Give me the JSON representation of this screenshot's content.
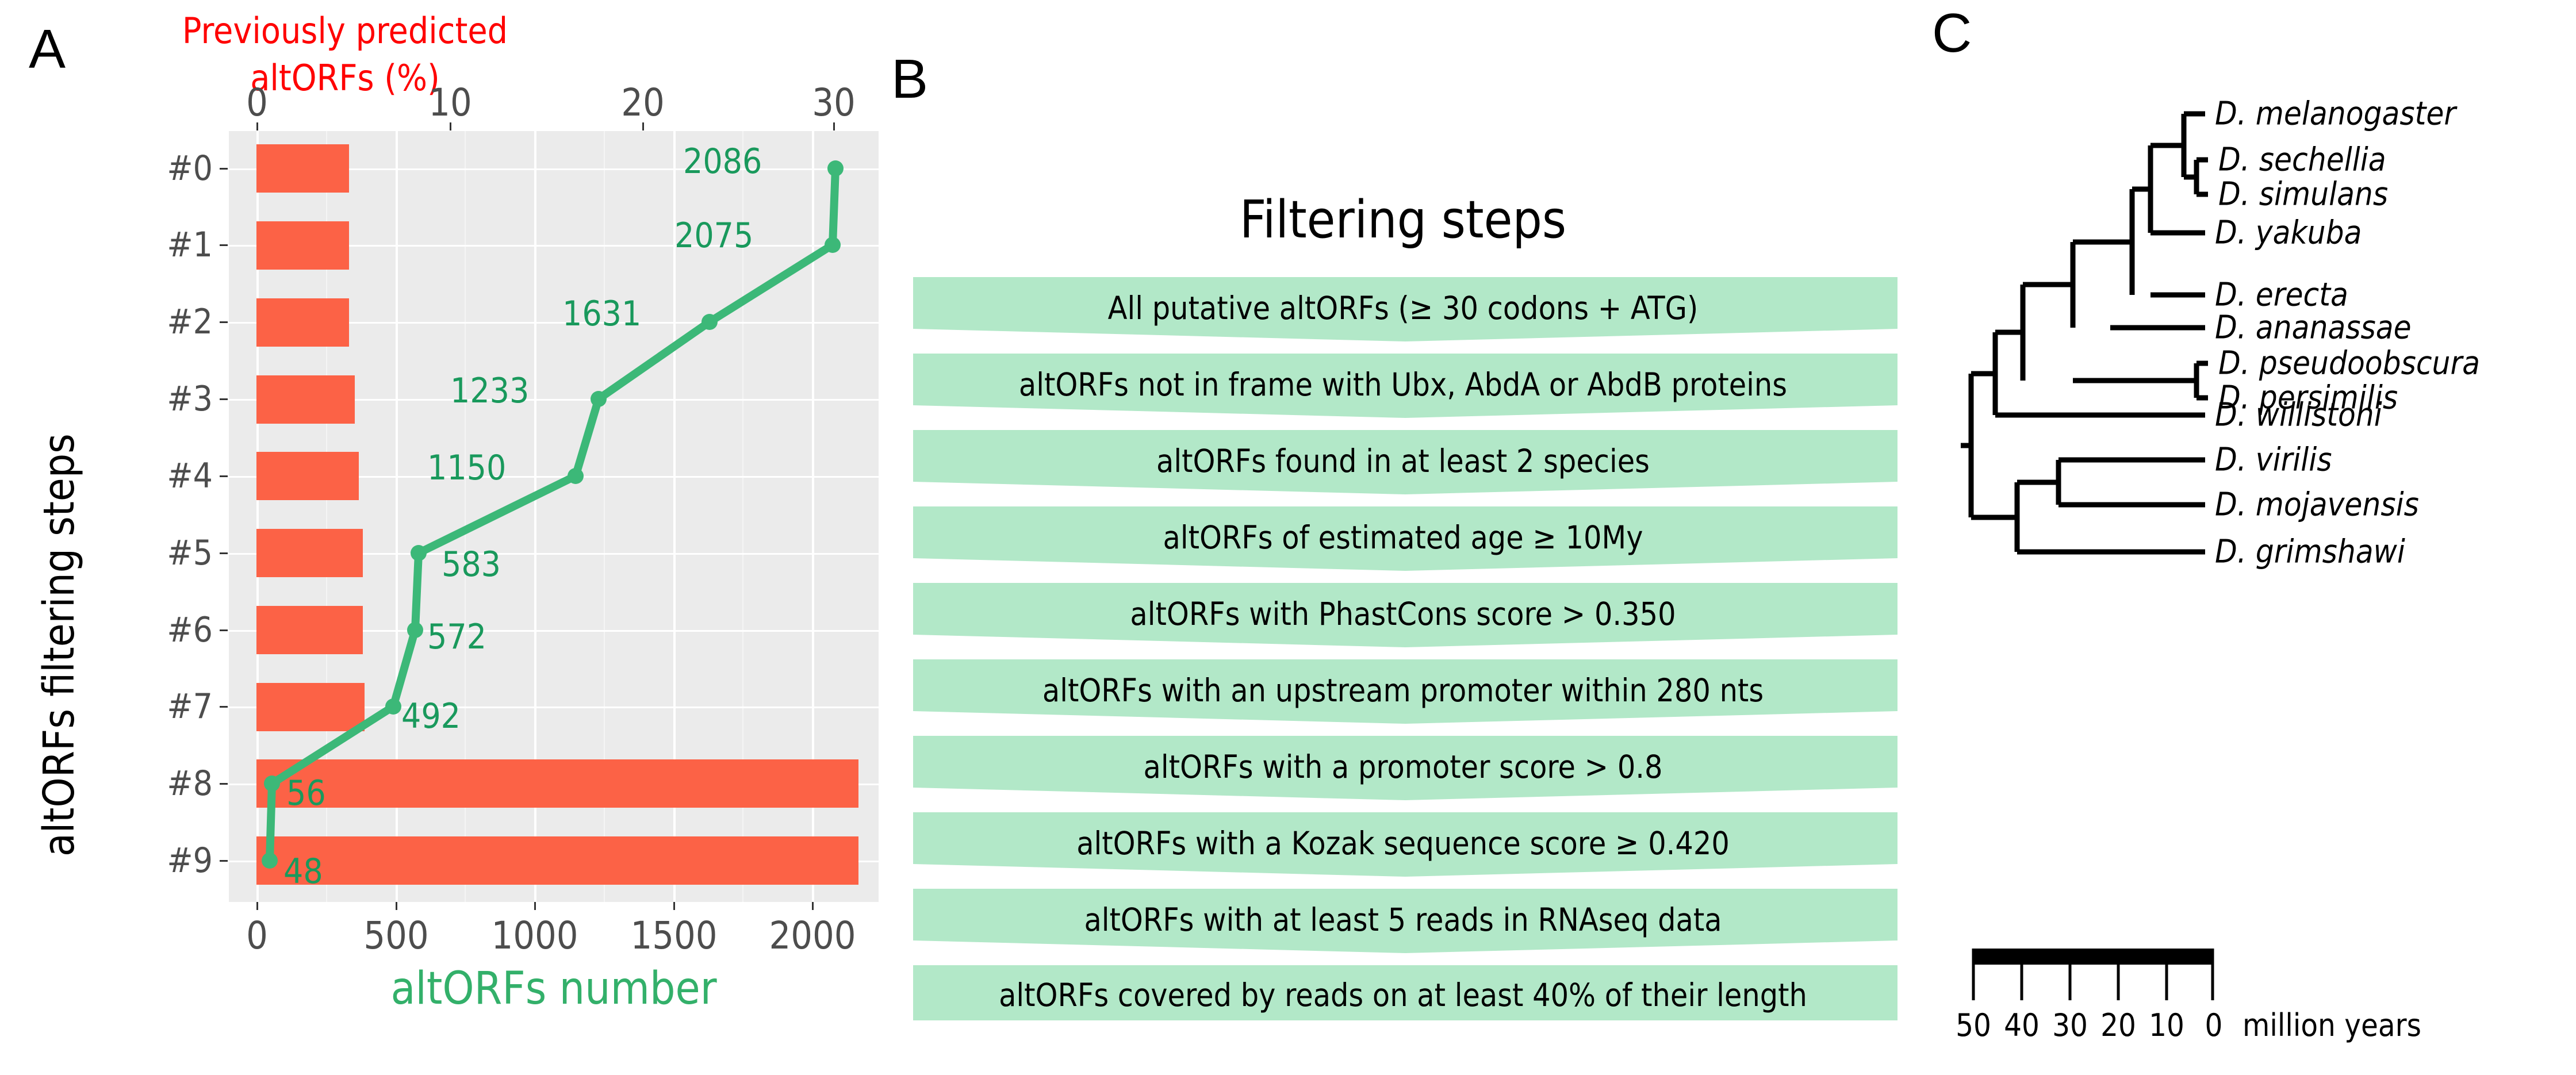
{
  "figure": {
    "panels": [
      {
        "letter": "A"
      },
      {
        "letter": "B"
      },
      {
        "letter": "C"
      }
    ]
  },
  "panelA": {
    "letter": "A",
    "top_axis_title_line1": "Previously predicted",
    "top_axis_title_line2": "altORFs (%)",
    "top_axis_color": "#FF0000",
    "bottom_axis_title": "altORFs number",
    "bottom_axis_color": "#33B06A",
    "y_axis_title": "altORFs filtering steps",
    "bar_color": "#FC6246",
    "line_color": "#3CB878",
    "panel_bg": "#EBEBEB"
  },
  "chart_data": {
    "type": "bar",
    "title": "",
    "xlabel": "altORFs number",
    "ylabel": "altORFs filtering steps",
    "categories": [
      "#0",
      "#1",
      "#2",
      "#3",
      "#4",
      "#5",
      "#6",
      "#7",
      "#8",
      "#9"
    ],
    "grid": true,
    "legend": false,
    "series": [
      {
        "name": "Previously predicted altORFs (%)",
        "type": "bar",
        "color": "#FC6246",
        "axis": "top",
        "xlabel": "Previously predicted altORFs (%)",
        "xlim": [
          0,
          34
        ],
        "xticks": [
          0,
          10,
          20,
          30
        ],
        "xticklabels": [
          "0",
          "10",
          "20",
          "30"
        ],
        "values": [
          4.8,
          4.8,
          4.8,
          5.1,
          5.3,
          5.5,
          5.5,
          5.6,
          31.2,
          31.2
        ]
      },
      {
        "name": "altORFs number",
        "type": "line",
        "color": "#3CB878",
        "axis": "bottom",
        "xlabel": "altORFs number",
        "xlim": [
          0,
          2200
        ],
        "xticks": [
          0,
          500,
          1000,
          1500,
          2000
        ],
        "xticklabels": [
          "0",
          "500",
          "1000",
          "1500",
          "2000"
        ],
        "values": [
          2086,
          2075,
          1631,
          1233,
          1150,
          583,
          572,
          492,
          56,
          48
        ],
        "point_labels": [
          "2086",
          "2075",
          "1631",
          "1233",
          "1150",
          "583",
          "572",
          "492",
          "56",
          "48"
        ]
      }
    ]
  },
  "panelB": {
    "letter": "B",
    "title": "Filtering steps",
    "box_color": "#B2E8C8",
    "steps": [
      "All putative altORFs (≥ 30 codons + ATG)",
      "altORFs not in frame with Ubx, AbdA or AbdB proteins",
      "altORFs found in at least 2 species",
      "altORFs of estimated age ≥ 10My",
      "altORFs with PhastCons score > 0.350",
      "altORFs with an upstream promoter within 280 nts",
      "altORFs with a promoter score > 0.8",
      "altORFs with a Kozak sequence score ≥ 0.420",
      "altORFs with at least 5 reads in RNAseq data",
      "altORFs covered by reads on at least 40% of their length"
    ]
  },
  "panelC": {
    "letter": "C",
    "taxa": [
      "D. melanogaster",
      "D. sechellia",
      "D. simulans",
      "D. yakuba",
      "D. erecta",
      "D. ananassae",
      "D. pseudoobscura",
      "D. persimilis",
      "D. willistoni",
      "D. virilis",
      "D. mojavensis",
      "D. grimshawi"
    ],
    "scale_ticks": [
      "50",
      "40",
      "30",
      "20",
      "10",
      "0"
    ],
    "scale_unit": "million years"
  }
}
